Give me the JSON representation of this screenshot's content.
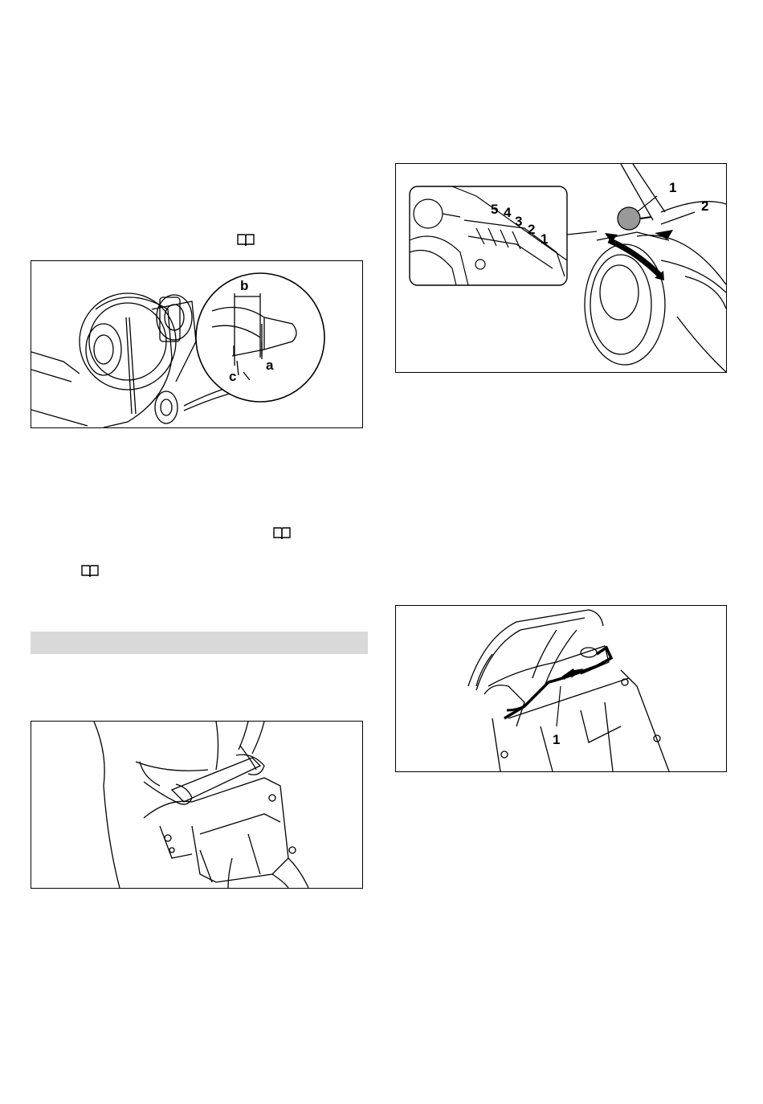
{
  "figure1": {
    "labels": {
      "a": "a",
      "b": "b",
      "c": "c"
    }
  },
  "figure2": {
    "inset_labels": {
      "n5": "5",
      "n4": "4",
      "n3": "3",
      "n2": "2",
      "n1": "1"
    },
    "main_labels": {
      "n1": "1",
      "n2": "2"
    }
  },
  "figure4": {
    "labels": {
      "n1": "1"
    }
  },
  "icons": [
    "book-icon",
    "book-icon",
    "book-icon"
  ]
}
